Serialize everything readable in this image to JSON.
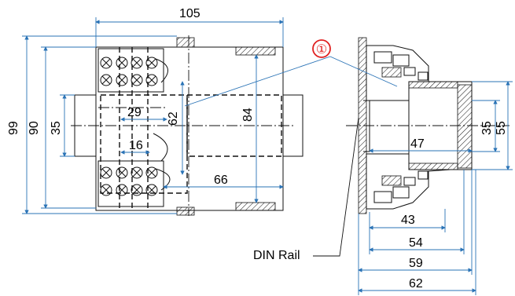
{
  "front_view": {
    "width_top": "105",
    "height_overall": "99",
    "height_90": "90",
    "rail_35": "35",
    "height_62": "62",
    "height_84": "84",
    "dim_29": "29",
    "dim_16": "16",
    "dim_66": "66"
  },
  "side_view": {
    "callout": "①",
    "rail_label": "DIN Rail",
    "height_35": "35",
    "height_55": "55",
    "depth_47": "47",
    "depth_43": "43",
    "depth_54": "54",
    "depth_59": "59",
    "depth_62": "62"
  },
  "colors": {
    "dimension_line": "#2a73b6",
    "callout": "#e02020",
    "outline": "#111111"
  }
}
